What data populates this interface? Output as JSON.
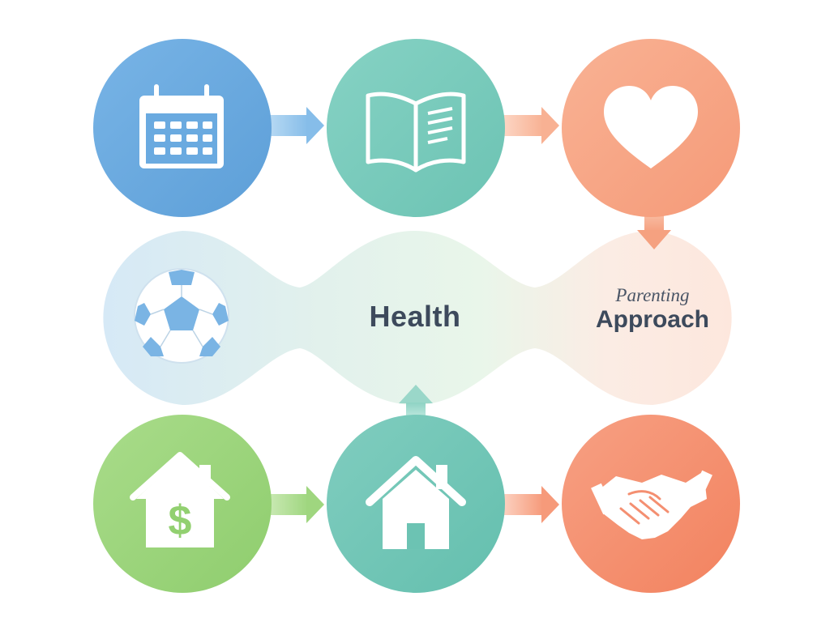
{
  "diagram": {
    "nodes": [
      {
        "id": "schedule",
        "icon": "calendar-icon",
        "color": "#6aaae0"
      },
      {
        "id": "education",
        "icon": "open-book-icon",
        "color": "#7bcbbd"
      },
      {
        "id": "emotional",
        "icon": "heart-icon",
        "color": "#f7a585"
      },
      {
        "id": "activities",
        "icon": "soccer-ball-icon",
        "color": "#d8eaf6"
      },
      {
        "id": "health",
        "label": "Health",
        "color": "#e8f5ea"
      },
      {
        "id": "parenting",
        "label_top": "Parenting",
        "label_bottom": "Approach",
        "color": "#fde9e0"
      },
      {
        "id": "finances",
        "icon": "house-dollar-icon",
        "color": "#9ed67e"
      },
      {
        "id": "home",
        "icon": "house-icon",
        "color": "#74c7b8"
      },
      {
        "id": "agreement",
        "icon": "handshake-icon",
        "color": "#f48f71"
      }
    ]
  }
}
